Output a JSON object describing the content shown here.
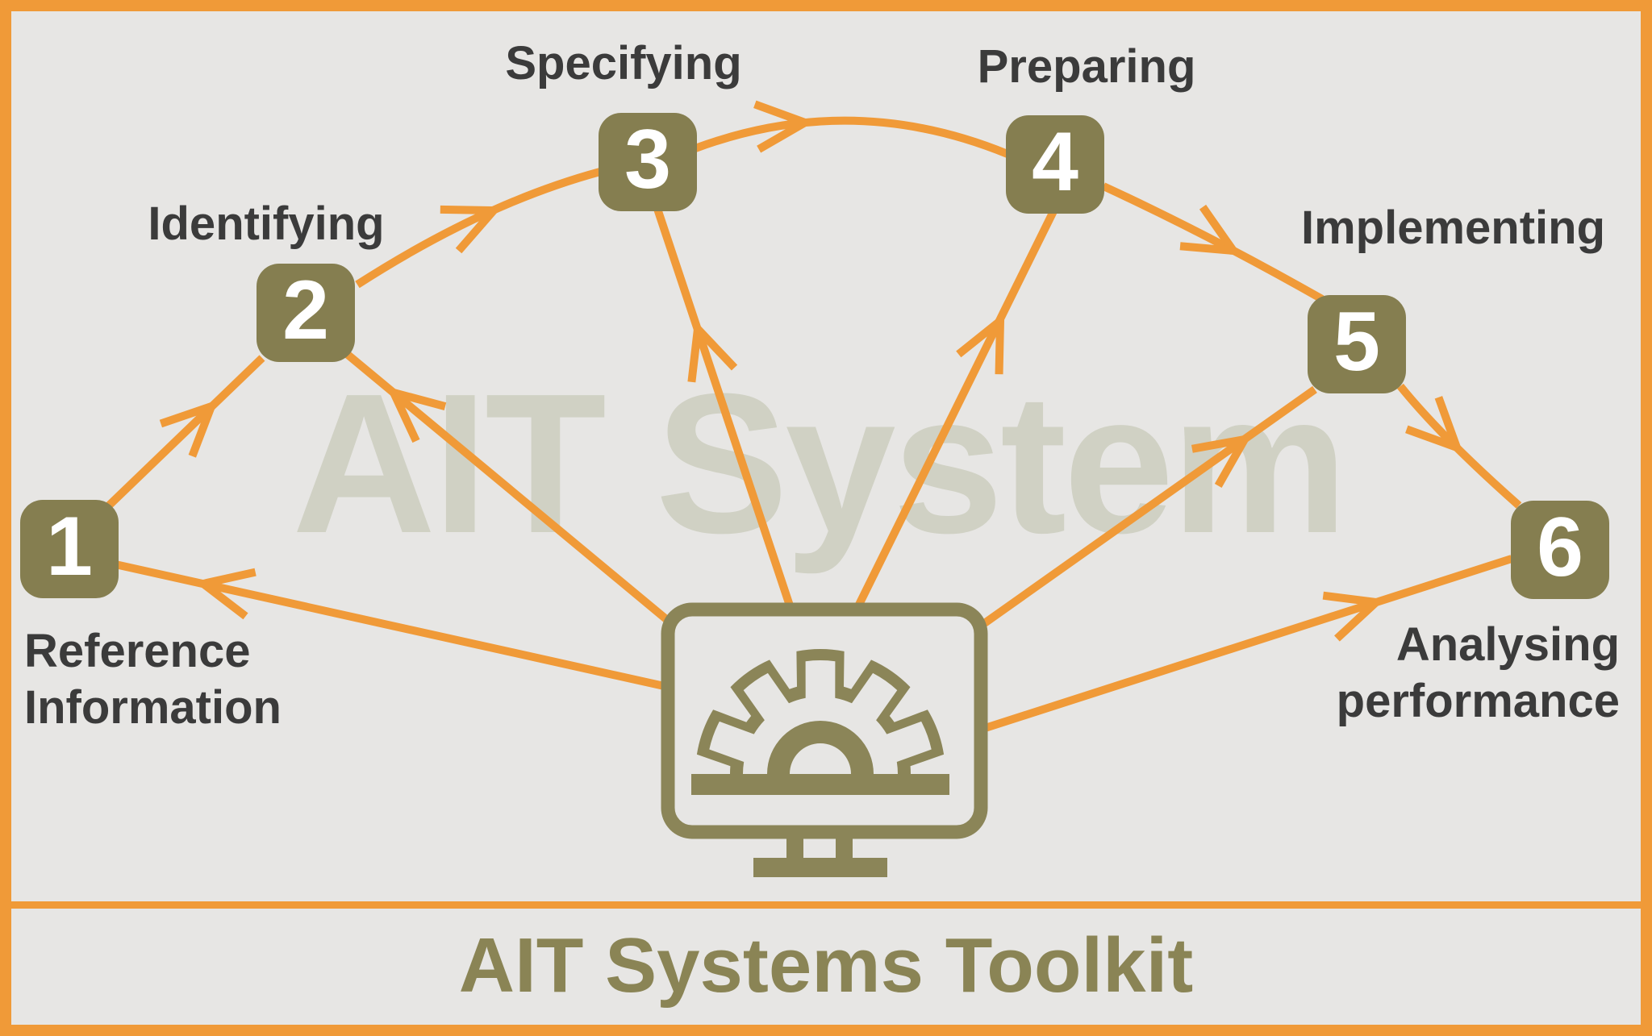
{
  "diagram": {
    "watermark": "AIT System",
    "footer_title": "AIT Systems Toolkit",
    "center_icon": "computer-monitor-gear-icon",
    "steps": [
      {
        "number": "1",
        "label": "Reference\nInformation"
      },
      {
        "number": "2",
        "label": "Identifying"
      },
      {
        "number": "3",
        "label": "Specifying"
      },
      {
        "number": "4",
        "label": "Preparing"
      },
      {
        "number": "5",
        "label": "Implementing"
      },
      {
        "number": "6",
        "label": "Analysing\nperformance"
      }
    ],
    "colors": {
      "orange": "#F09A38",
      "olive": "#857E50",
      "icon_olive": "#8B8558",
      "watermark": "#D0D1C4",
      "text": "#3B3B3B",
      "background": "#E7E6E4",
      "footer_text": "#8A8455",
      "number_text": "#FFFFFF"
    }
  }
}
